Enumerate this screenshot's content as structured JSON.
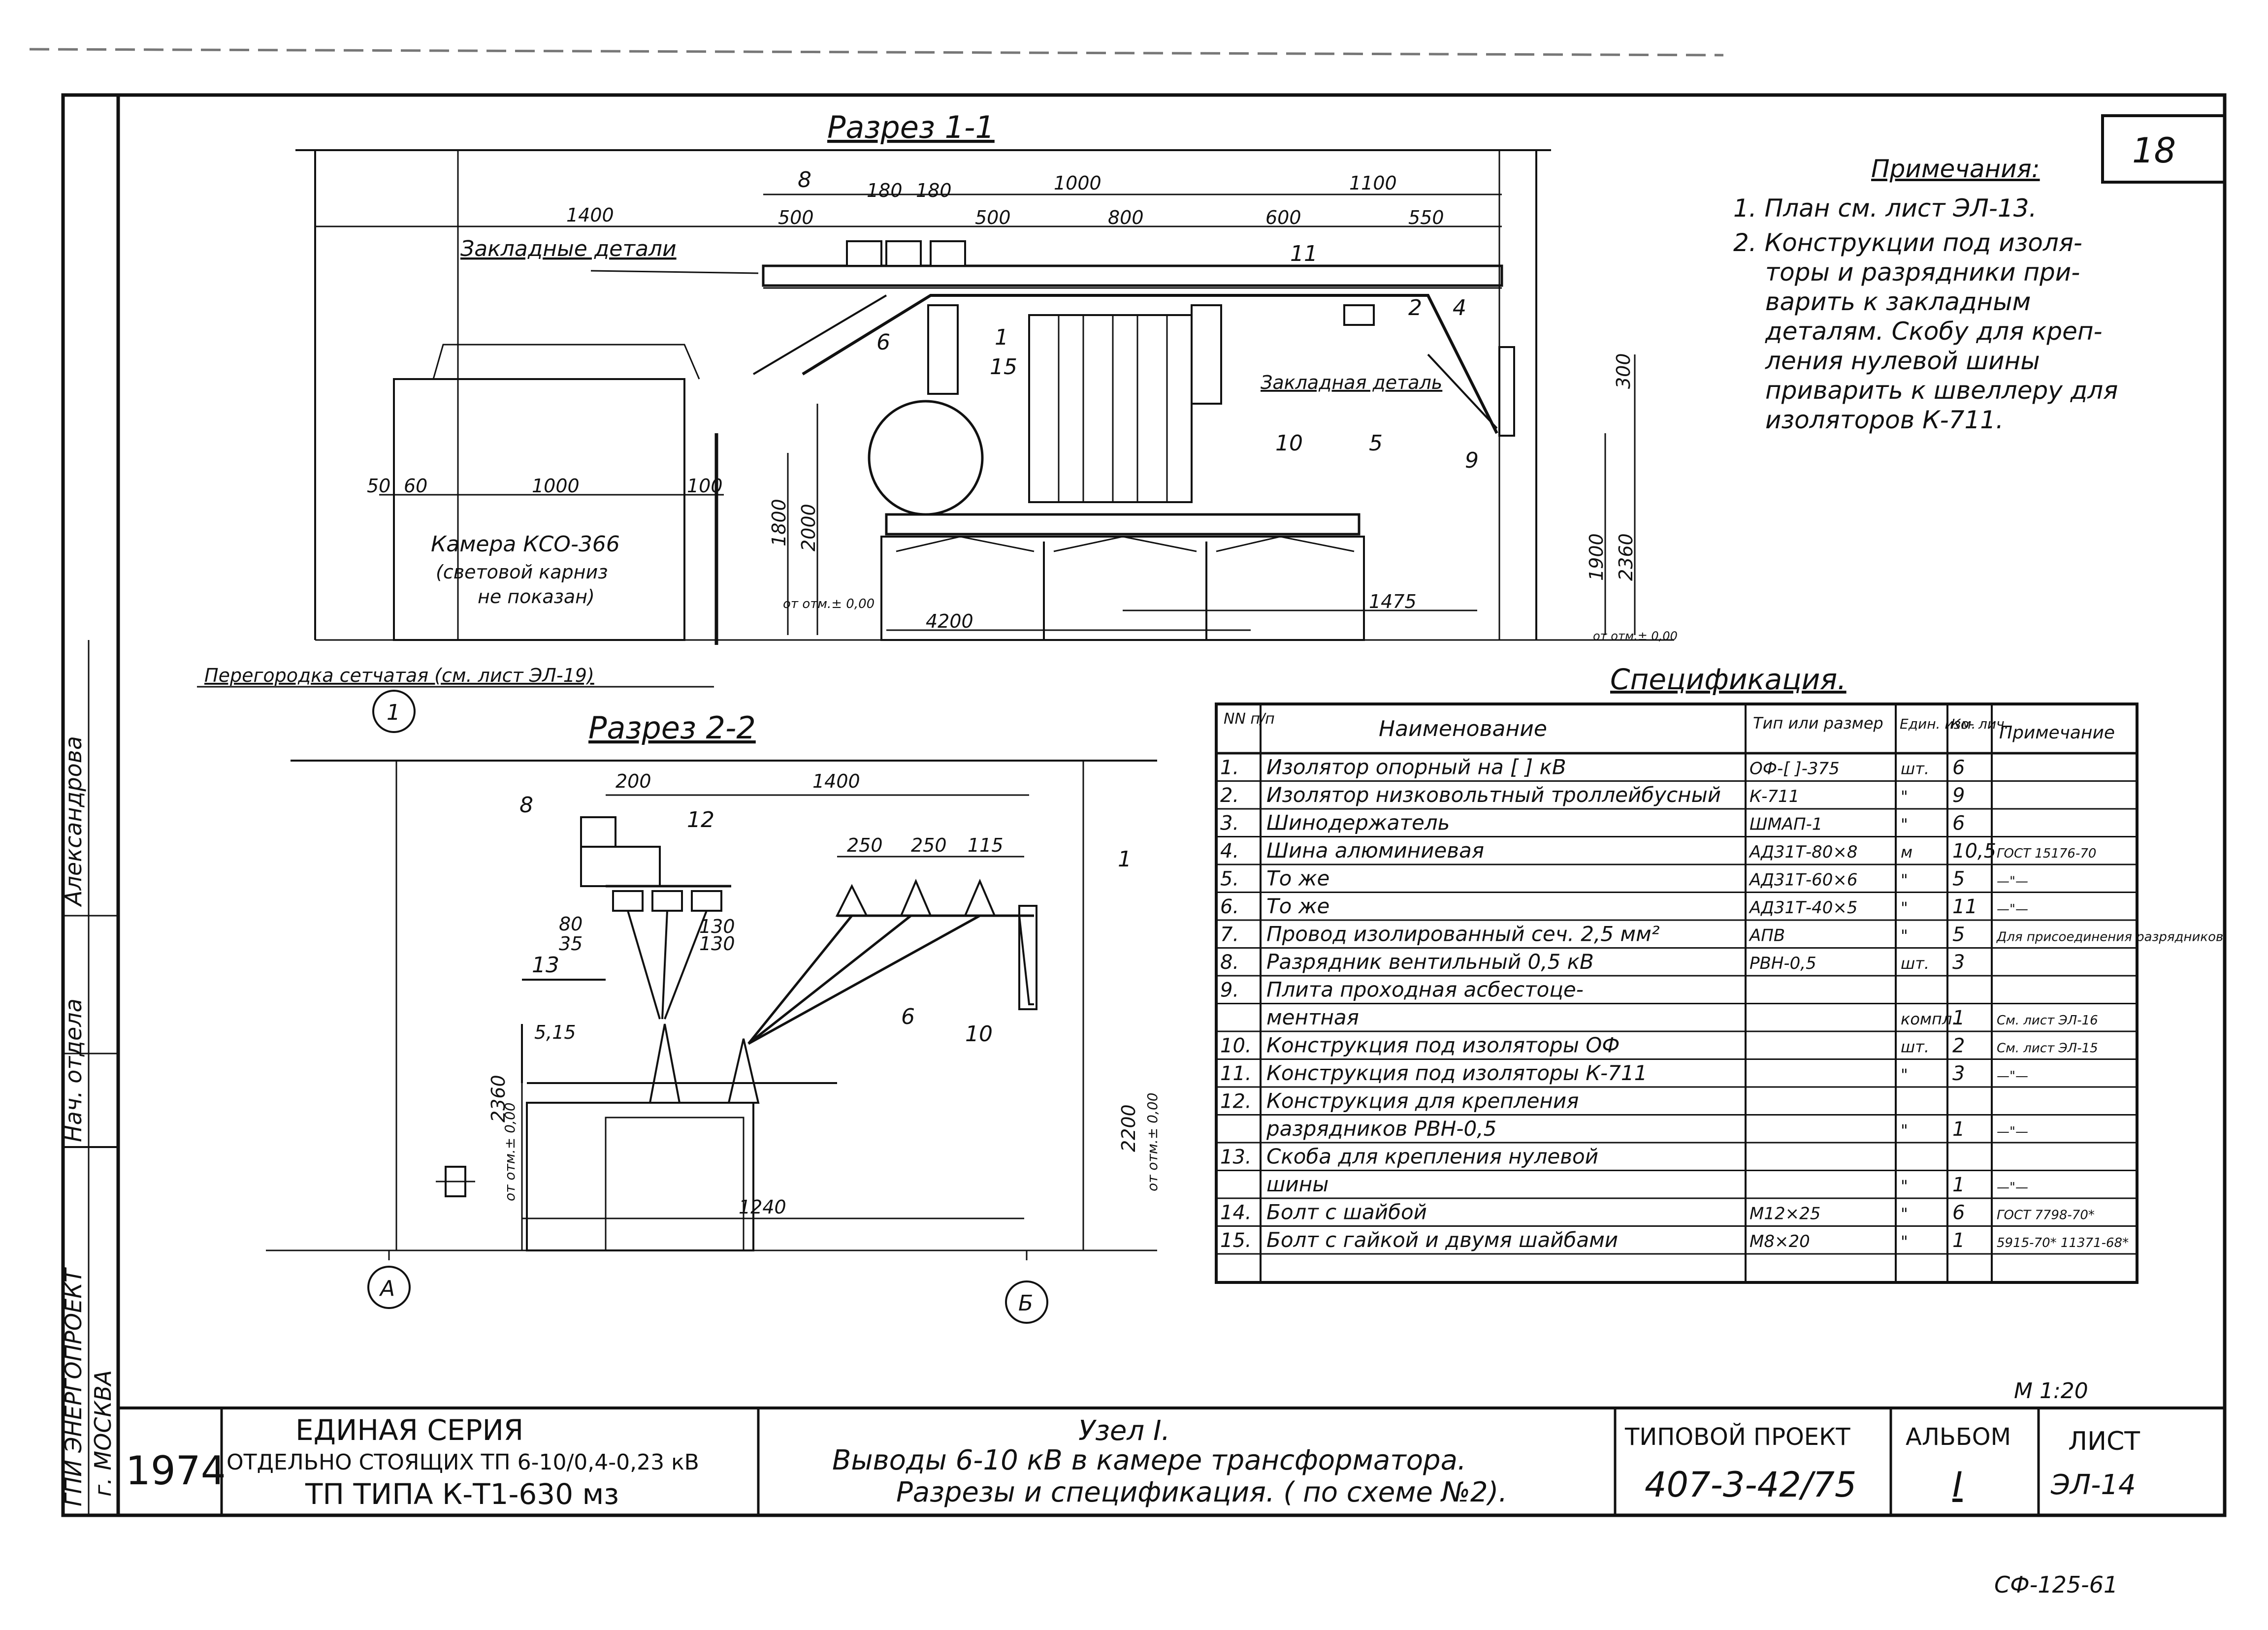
{
  "sheet_number": "18",
  "scale": "М 1:20",
  "bottom_code": "СФ-125-61",
  "top_view": {
    "title": "Разрез 1-1",
    "dims": [
      "1400",
      "500",
      "180",
      "180",
      "1000",
      "500",
      "800",
      "1100",
      "600",
      "550",
      "50",
      "60",
      "1000",
      "100",
      "1800",
      "2000",
      "4200",
      "1475",
      "1900",
      "2360",
      "300",
      "от отм.± 0,00",
      "от отм.± 0,00"
    ],
    "labels": [
      "Закладные детали",
      "Закладная деталь",
      "Камера КСО-366",
      "(световой карниз",
      "не показан)",
      "Перегородка сетчатая (см. лист ЭЛ-19)"
    ],
    "markers": [
      "8",
      "11",
      "2",
      "4",
      "6",
      "1",
      "15",
      "10",
      "5",
      "9"
    ],
    "axis": "1"
  },
  "section_view": {
    "title": "Разрез 2-2",
    "dims": [
      "200",
      "1400",
      "250",
      "250",
      "115",
      "130",
      "130",
      "80",
      "35",
      "5,15",
      "2360",
      "от отм.± 0,00",
      "2200",
      "от отм.± 0,00",
      "1240"
    ],
    "markers": [
      "8",
      "12",
      "13",
      "6",
      "10",
      "1"
    ],
    "axis_a": "А",
    "axis_b": "Б"
  },
  "notes": {
    "title": "Примечания:",
    "items": [
      "1. План см. лист ЭЛ-13.",
      "2. Конструкции под изоля-",
      "торы и разрядники при-",
      "варить к закладным",
      "деталям. Скобу для креп-",
      "ления нулевой шины",
      "приварить к швеллеру для",
      "изоляторов К-711."
    ]
  },
  "spec": {
    "title": "Спецификация.",
    "headers": [
      "NN п/п",
      "Наименование",
      "Тип или размер",
      "Един. изм.",
      "Ко- лич.",
      "Примечание"
    ],
    "rows": [
      [
        "1.",
        "Изолятор опорный на [  ] кВ",
        "ОФ-[  ]-375",
        "шт.",
        "6",
        ""
      ],
      [
        "2.",
        "Изолятор низковольтный троллейбусный",
        "К-711",
        "\"",
        "9",
        ""
      ],
      [
        "3.",
        "Шинодержатель",
        "ШМАП-1",
        "\"",
        "6",
        ""
      ],
      [
        "4.",
        "Шина алюминиевая",
        "АД31Т-80×8",
        "м",
        "10,5",
        "ГОСТ 15176-70"
      ],
      [
        "5.",
        "То же",
        "АД31Т-60×6",
        "\"",
        "5",
        "—\"—"
      ],
      [
        "6.",
        "То же",
        "АД31Т-40×5",
        "\"",
        "11",
        "—\"—"
      ],
      [
        "7.",
        "Провод изолированный сеч. 2,5 мм²",
        "АПВ",
        "\"",
        "5",
        "Для присоединения разрядников"
      ],
      [
        "8.",
        "Разрядник вентильный 0,5 кВ",
        "РВН-0,5",
        "шт.",
        "3",
        ""
      ],
      [
        "9.",
        "Плита проходная асбестоце-",
        "",
        "",
        "",
        ""
      ],
      [
        "",
        "ментная",
        "",
        "компл.",
        "1",
        "См. лист ЭЛ-16"
      ],
      [
        "10.",
        "Конструкция под изоляторы ОФ",
        "",
        "шт.",
        "2",
        "См. лист ЭЛ-15"
      ],
      [
        "11.",
        "Конструкция под изоляторы К-711",
        "",
        "\"",
        "3",
        "—\"—"
      ],
      [
        "12.",
        "Конструкция для крепления",
        "",
        "",
        "",
        ""
      ],
      [
        "",
        "разрядников РВН-0,5",
        "",
        "\"",
        "1",
        "—\"—"
      ],
      [
        "13.",
        "Скоба для крепления нулевой",
        "",
        "",
        "",
        ""
      ],
      [
        "",
        "шины",
        "",
        "\"",
        "1",
        "—\"—"
      ],
      [
        "14.",
        "Болт с шайбой",
        "М12×25",
        "\"",
        "6",
        "ГОСТ 7798-70*"
      ],
      [
        "15.",
        "Болт с гайкой и двумя шайбами",
        "М8×20",
        "\"",
        "1",
        "5915-70* 11371-68*"
      ],
      [
        "",
        "",
        "",
        "",
        "",
        ""
      ]
    ]
  },
  "side_stamp": {
    "city": "г. МОСКВА",
    "org": "ГПИ ЭНЕРГОПРОЕКТ",
    "role": "Нач. отдела",
    "person": "Александрова"
  },
  "title_block": {
    "year": "1974",
    "series_line1": "ЕДИНАЯ СЕРИЯ",
    "series_line2": "ОТДЕЛЬНО СТОЯЩИХ ТП 6-10/0,4-0,23 кВ",
    "series_line3": "ТП ТИПА К-Т1-630 мз",
    "node": "Узел I.",
    "desc1": "Выводы 6-10 кВ в камере трансформатора.",
    "desc2": "Разрезы и спецификация. ( по схеме №2).",
    "project_label": "ТИПОВОЙ ПРОЕКТ",
    "project_number": "407-3-42/75",
    "album_label": "АЛЬБОМ",
    "album_number": "I",
    "sheet_label": "ЛИСТ",
    "sheet_code": "ЭЛ-14"
  }
}
